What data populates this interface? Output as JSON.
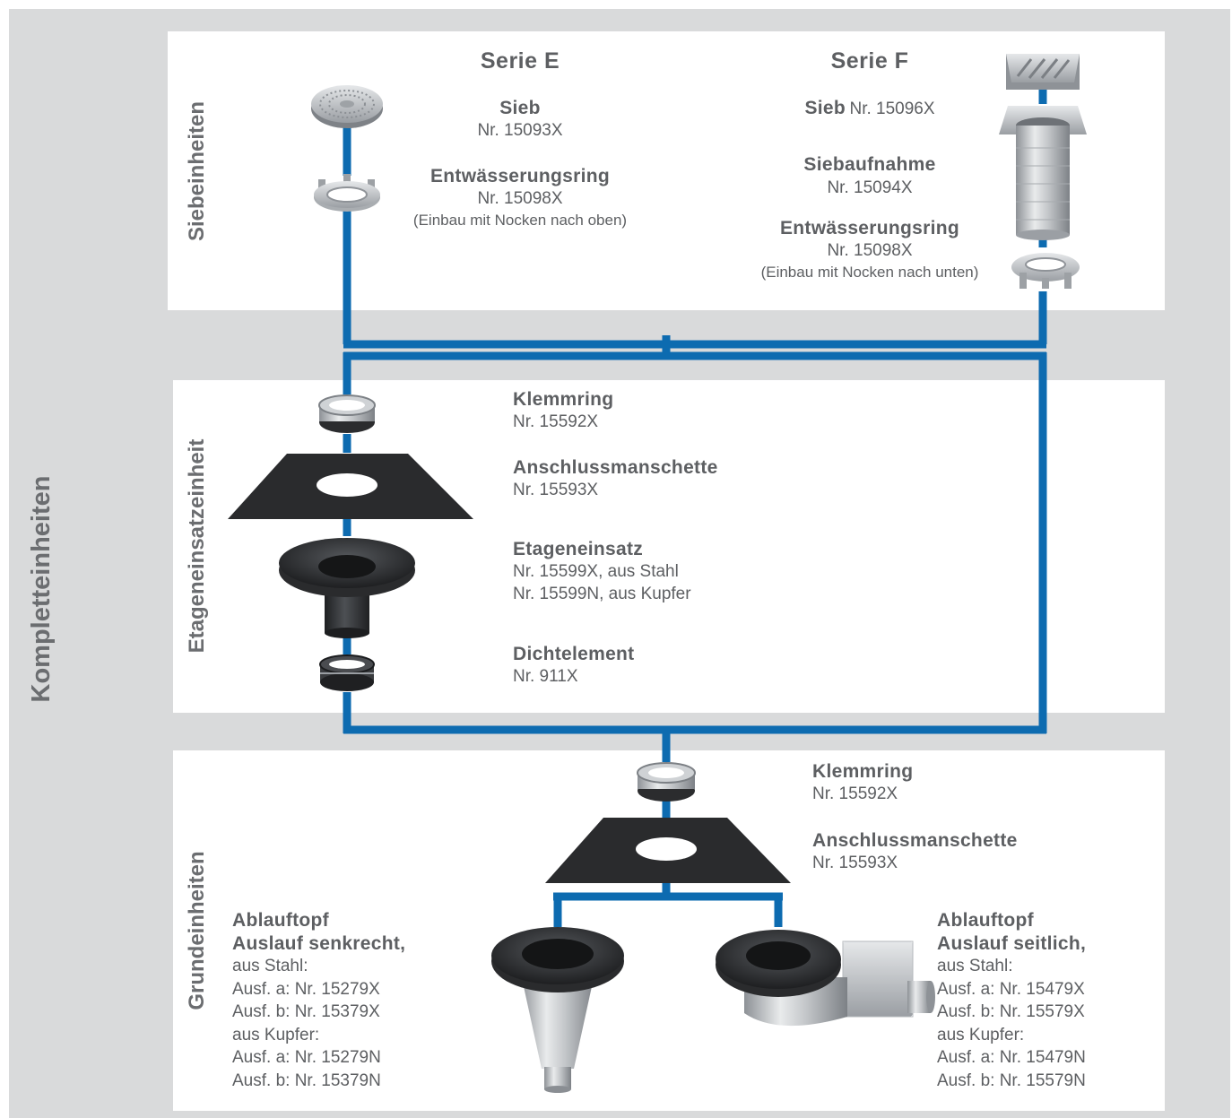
{
  "labels": {
    "outer": "Kompletteinheiten",
    "top": "Siebeinheiten",
    "middle": "Etageneinsatzeinheit",
    "bottom": "Grundeinheiten"
  },
  "serie_e": {
    "title": "Serie E",
    "sieb_name": "Sieb",
    "sieb_nr": "Nr. 15093X",
    "ring_name": "Entwässerungsring",
    "ring_nr": "Nr. 15098X",
    "ring_note": "(Einbau mit Nocken nach oben)"
  },
  "serie_f": {
    "title": "Serie F",
    "sieb_name": "Sieb",
    "sieb_nr": "Nr. 15096X",
    "aufnahme_name": "Siebaufnahme",
    "aufnahme_nr": "Nr. 15094X",
    "ring_name": "Entwässerungsring",
    "ring_nr": "Nr. 15098X",
    "ring_note": "(Einbau mit Nocken nach unten)"
  },
  "etage": {
    "klemmring_name": "Klemmring",
    "klemmring_nr": "Nr. 15592X",
    "manschette_name": "Anschlussmanschette",
    "manschette_nr": "Nr. 15593X",
    "einsatz_name": "Etageneinsatz",
    "einsatz_nr1": "Nr. 15599X, aus Stahl",
    "einsatz_nr2": "Nr. 15599N, aus Kupfer",
    "dicht_name": "Dichtelement",
    "dicht_nr": "Nr. 911X"
  },
  "grund": {
    "klemmring_name": "Klemmring",
    "klemmring_nr": "Nr. 15592X",
    "manschette_name": "Anschlussmanschette",
    "manschette_nr": "Nr. 15593X",
    "senk_title1": "Ablauftopf",
    "senk_title2": "Auslauf senkrecht,",
    "senk_lines": [
      "aus Stahl:",
      "Ausf. a: Nr. 15279X",
      "Ausf. b: Nr. 15379X",
      "aus Kupfer:",
      "Ausf. a: Nr. 15279N",
      "Ausf. b: Nr. 15379N"
    ],
    "seit_title1": "Ablauftopf",
    "seit_title2": "Auslauf seitlich,",
    "seit_lines": [
      "aus Stahl:",
      "Ausf. a: Nr. 15479X",
      "Ausf. b: Nr. 15579X",
      "aus Kupfer:",
      "Ausf. a: Nr. 15479N",
      "Ausf. b: Nr. 15579N"
    ]
  },
  "colors": {
    "connector": "#0d6bb0",
    "text": "#5d5f62",
    "background": "#d9dadb",
    "part_dark": "#2a2b2d"
  },
  "icons": [
    "round-strainer-icon",
    "drain-ring-icon",
    "square-strainer-icon",
    "strainer-holder-icon",
    "clamp-ring-icon",
    "membrane-collar-icon",
    "floor-insert-icon",
    "seal-element-icon",
    "vertical-drain-pot-icon",
    "side-drain-pot-icon"
  ]
}
